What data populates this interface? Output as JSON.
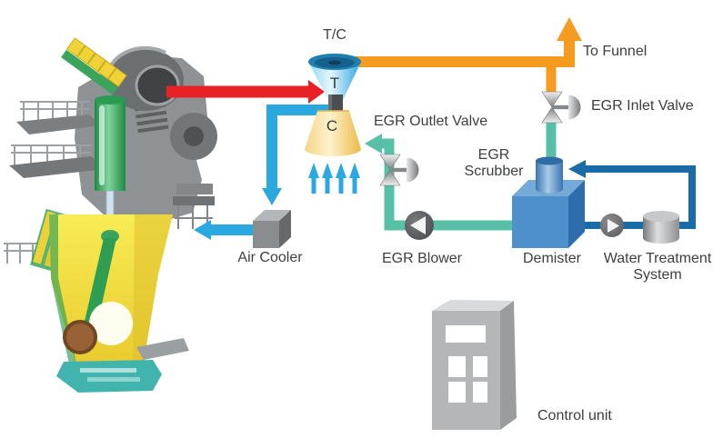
{
  "colors": {
    "exhaust": "#e82127",
    "funnel": "#f59c20",
    "air": "#2aa9e1",
    "egr": "#57c0a6",
    "water": "#1a6ca8"
  },
  "labels": {
    "turbocharger": "T/C",
    "turbine": "T",
    "compressor": "C",
    "to_funnel": "To Funnel",
    "egr_inlet_valve": "EGR Inlet Valve",
    "egr_outlet_valve": "EGR Outlet Valve",
    "egr_scrubber": "EGR Scrubber",
    "air_cooler": "Air Cooler",
    "egr_blower": "EGR Blower",
    "demister": "Demister",
    "water_treatment_system": "Water Treatment System",
    "control_unit": "Control unit"
  }
}
